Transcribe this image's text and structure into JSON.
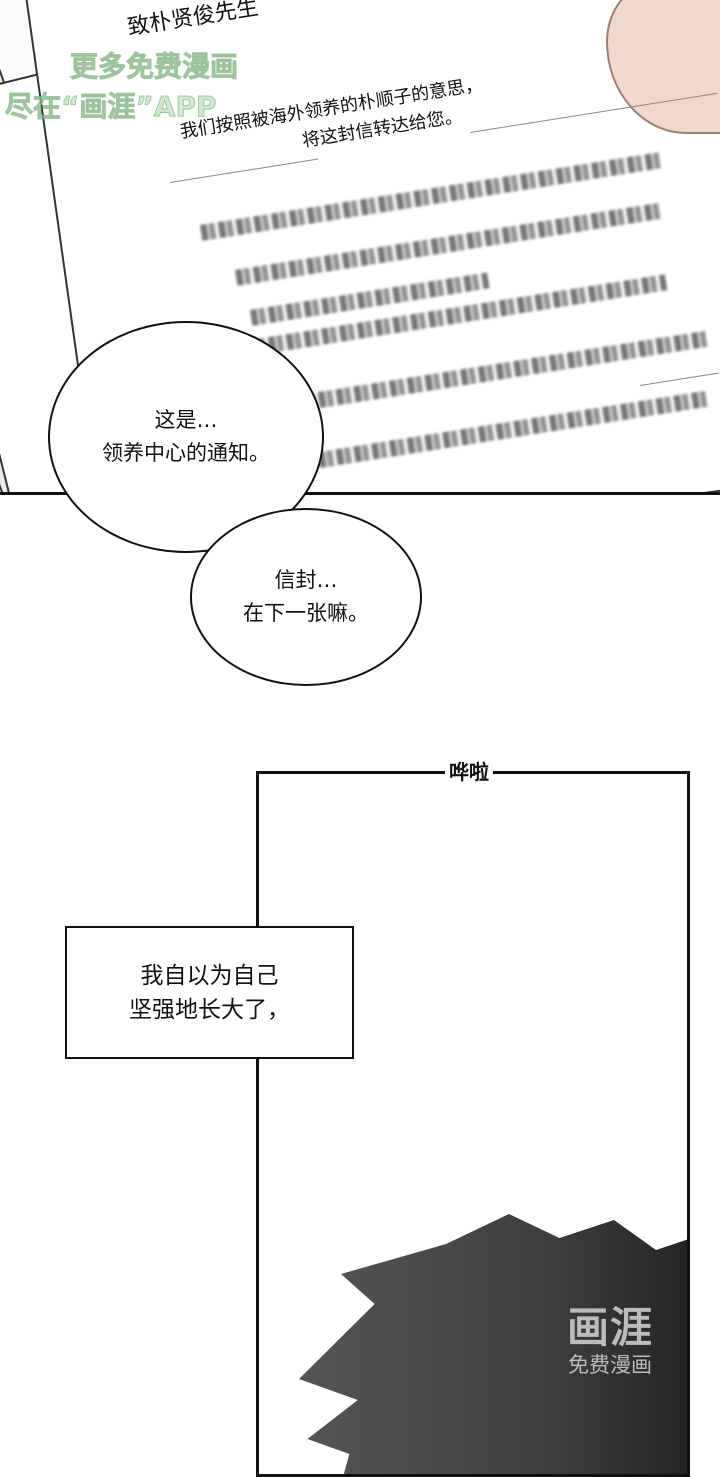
{
  "letter": {
    "salutation": "致朴贤俊先生",
    "line1": "我们按照被海外领养的朴顺子的意思，",
    "line2": "将这封信转达给您。"
  },
  "watermark": {
    "line1": "更多免费漫画",
    "line2": "尽在“画涯”APP"
  },
  "bubbles": [
    {
      "line1": "这是…",
      "line2": "领养中心的通知。"
    },
    {
      "line1": "信封…",
      "line2": "在下一张嘛。"
    }
  ],
  "sfx": "哗啦",
  "caption": {
    "line1": "我自以为自己",
    "line2": "坚强地长大了，"
  },
  "logo": {
    "brand": "画涯",
    "tagline": "免费漫画"
  }
}
